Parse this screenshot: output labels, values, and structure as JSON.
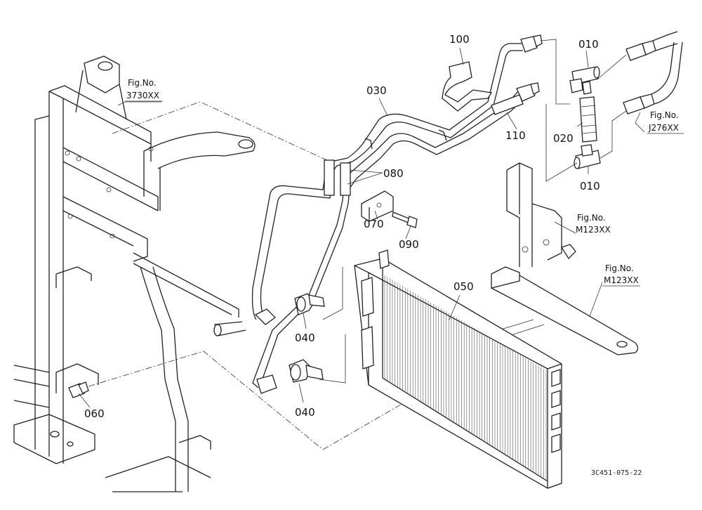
{
  "labels": {
    "p100": "100",
    "p030": "030",
    "p110": "110",
    "p010a": "010",
    "p020": "020",
    "p010b": "010",
    "p080": "080",
    "p070": "070",
    "p090": "090",
    "p050": "050",
    "p040a": "040",
    "p040b": "040",
    "p060": "060"
  },
  "refs": {
    "fig1_title": "Fig.No.",
    "fig1_no": "3730XX",
    "fig2_title": "Fig.No.",
    "fig2_no": "J276XX",
    "fig3_title": "Fig.No.",
    "fig3_no": "M123XX",
    "fig4_title": "Fig.No.",
    "fig4_no": "M123XX"
  },
  "drawing_code": "3C451-075-22"
}
